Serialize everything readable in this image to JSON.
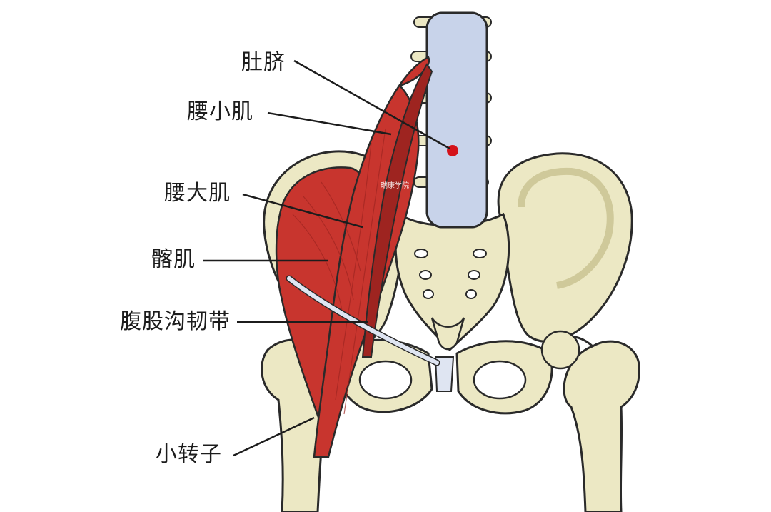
{
  "labels": {
    "navel": "肚脐",
    "psoas_minor": "腰小肌",
    "psoas_major": "腰大肌",
    "iliacus": "髂肌",
    "inguinal_ligament": "腹股沟韧带",
    "lesser_trochanter": "小转子"
  },
  "watermark": "瑞康学院",
  "colors": {
    "bone": "#ece8c4",
    "bone_shadow": "#cfc99a",
    "outline": "#2a2a2a",
    "spine": "#c8d3ea",
    "muscle": "#c8352e",
    "muscle_dark": "#9e2420",
    "ligament": "#dfe5f2",
    "navel_dot": "#d4121a"
  }
}
